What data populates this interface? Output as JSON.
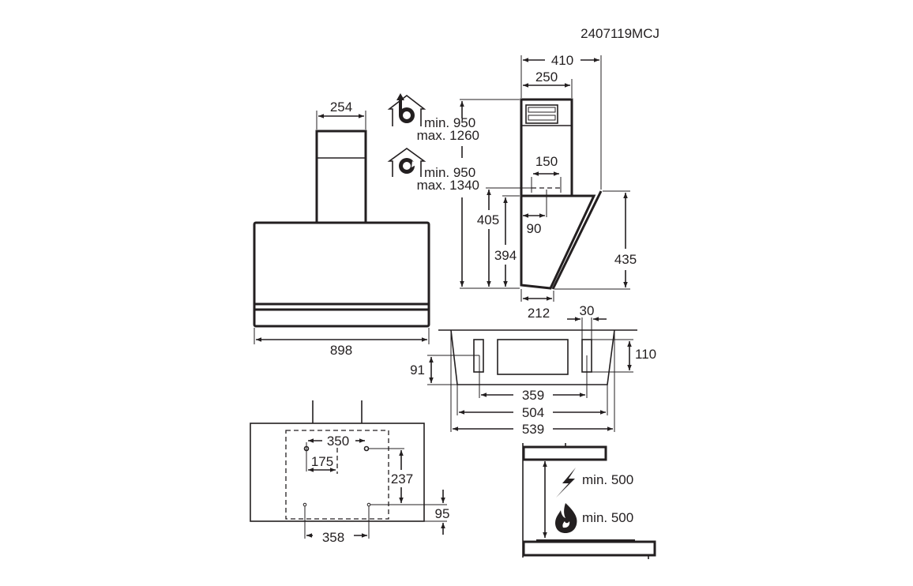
{
  "drawing_code": "2407119MCJ",
  "front_view": {
    "chimney_width": "254",
    "hood_width": "898"
  },
  "ducting": {
    "extraction": {
      "icon": "house-extraction-fan-icon",
      "min": "min. 950",
      "max": "max. 1260"
    },
    "recirculation": {
      "icon": "house-recirculation-fan-icon",
      "min": "min. 950",
      "max": "max. 1340"
    }
  },
  "side_view": {
    "overall_depth": "410",
    "chimney_depth": "250",
    "outlet_width": "150",
    "outlet_offset": "90",
    "height_to_outlet": "405",
    "body_height": "394",
    "glass_height": "435",
    "bottom_depth": "212"
  },
  "bottom_view": {
    "slot_width": "30",
    "slot_height": "110",
    "slot_offset": "91",
    "slot_spacing": "359",
    "inner_width": "504",
    "outer_width": "539"
  },
  "mounting": {
    "upper_holes": "350",
    "half_spacing": "175",
    "vertical_spacing": "237",
    "bottom_offset": "95",
    "lower_holes": "358"
  },
  "clearance": {
    "electric": {
      "icon": "lightning-icon",
      "label": "min. 500"
    },
    "gas": {
      "icon": "flame-icon",
      "label": "min. 500"
    }
  }
}
